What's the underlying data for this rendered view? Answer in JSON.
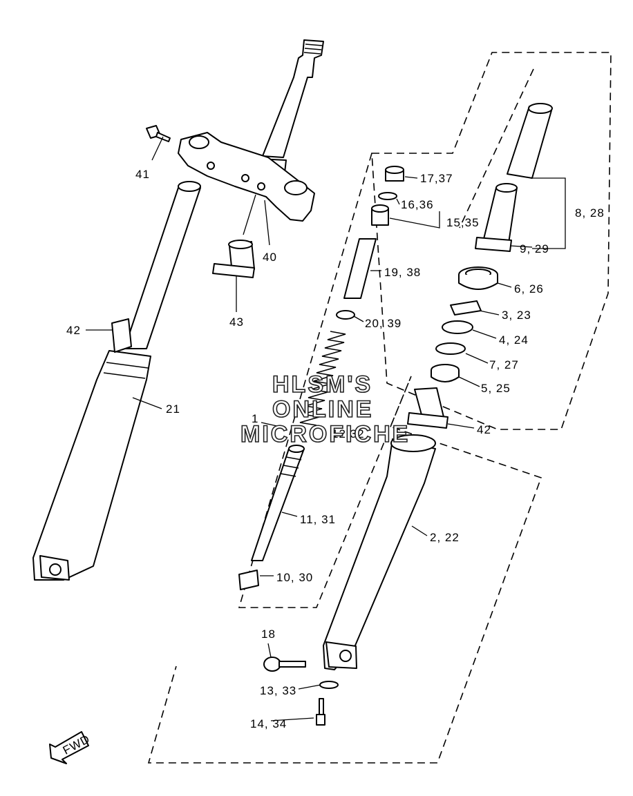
{
  "watermark": [
    "HLSM'S",
    "ONLINE",
    "MICROFICHE"
  ],
  "fwd_label": "FWD",
  "callouts": {
    "c41": "41",
    "c40": "40",
    "c43": "43",
    "c42a": "42",
    "c21": "21",
    "c17_37": "17,37",
    "c16_36": "16,36",
    "c15_35": "15,35",
    "c8_28": "8, 28",
    "c9_29": "9, 29",
    "c19_38": "19, 38",
    "c6_26": "6, 26",
    "c3_23": "3, 23",
    "c20_39": "20, 39",
    "c4_24": "4, 24",
    "c7_27": "7, 27",
    "c5_25": "5, 25",
    "c42b": "42",
    "c1": "1",
    "c12_32": "12,32",
    "c11_31": "11, 31",
    "c2_22": "2, 22",
    "c10_30": "10, 30",
    "c18": "18",
    "c13_33": "13, 33",
    "c14_34": "14, 34"
  }
}
